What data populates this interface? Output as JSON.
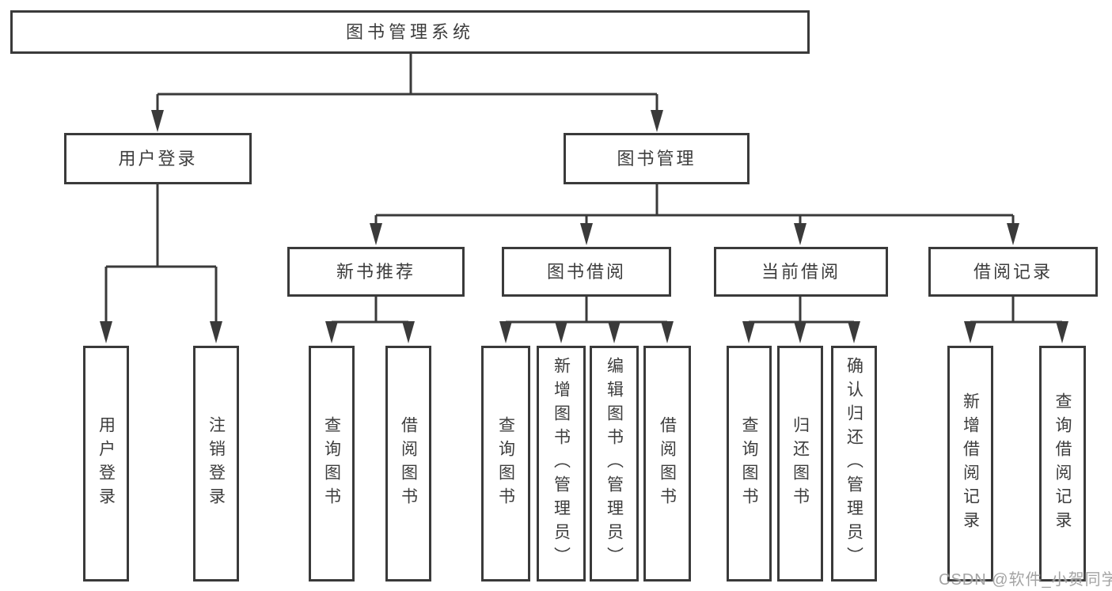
{
  "tree": {
    "root": {
      "label": "图书管理系统"
    },
    "branches": [
      {
        "label": "用户登录",
        "children": [
          {
            "label": "用户登录"
          },
          {
            "label": "注销登录"
          }
        ]
      },
      {
        "label": "图书管理",
        "children": [
          {
            "label": "新书推荐",
            "children": [
              {
                "label": "查询图书"
              },
              {
                "label": "借阅图书"
              }
            ]
          },
          {
            "label": "图书借阅",
            "children": [
              {
                "label": "查询图书"
              },
              {
                "label": "新增图书（管理员）"
              },
              {
                "label": "编辑图书（管理员）"
              },
              {
                "label": "借阅图书"
              }
            ]
          },
          {
            "label": "当前借阅",
            "children": [
              {
                "label": "查询图书"
              },
              {
                "label": "归还图书"
              },
              {
                "label": "确认归还（管理员）"
              }
            ]
          },
          {
            "label": "借阅记录",
            "children": [
              {
                "label": "新增借阅记录"
              },
              {
                "label": "查询借阅记录"
              }
            ]
          }
        ]
      }
    ]
  },
  "watermark": {
    "text": "CSDN @软件_小贺同学"
  },
  "colors": {
    "line": "#3a3a3a",
    "border": "#3a3a3a",
    "text": "#3d3d3d",
    "background": "#ffffff",
    "watermark": "#9c9c9c"
  }
}
